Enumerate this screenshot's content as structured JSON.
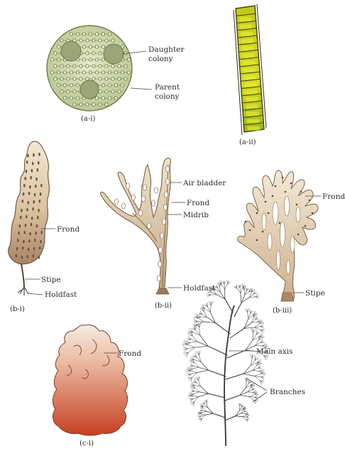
{
  "figures": {
    "a_i": {
      "caption": "(a-i)",
      "labels": {
        "daughter": [
          "Daughter",
          "colony"
        ],
        "parent": [
          "Parent",
          "colony"
        ]
      }
    },
    "a_ii": {
      "caption": "(a-ii)"
    },
    "b_i": {
      "caption": "(b-i)",
      "labels": {
        "frond": "Frond",
        "stipe": "Stipe",
        "holdfast": "Holdfast"
      }
    },
    "b_ii": {
      "caption": "(b-ii)",
      "labels": {
        "air_bladder": "Air bladder",
        "frond": "Frond",
        "midrib": "Midrib",
        "holdfast": "Holdfast"
      }
    },
    "b_iii": {
      "caption": "(b-iii)",
      "labels": {
        "frond": "Frond",
        "stipe": "Stipe"
      }
    },
    "c_i": {
      "caption": "(c-i)",
      "labels": {
        "frond": "Frond"
      }
    },
    "c_ii": {
      "labels": {
        "main_axis": "Main axis",
        "branches": "Branches"
      }
    }
  },
  "colors": {
    "volvox_fill": "#cdd6a8",
    "colony_fill": "#9aa67a",
    "filament_green": "#c8d21a",
    "kelp_light": "#f0e3cc",
    "kelp_dark": "#b08f6c",
    "frond_red_top": "#f3e3d6",
    "frond_red_bottom": "#cc4a2c",
    "ink": "#2a2a2a"
  }
}
